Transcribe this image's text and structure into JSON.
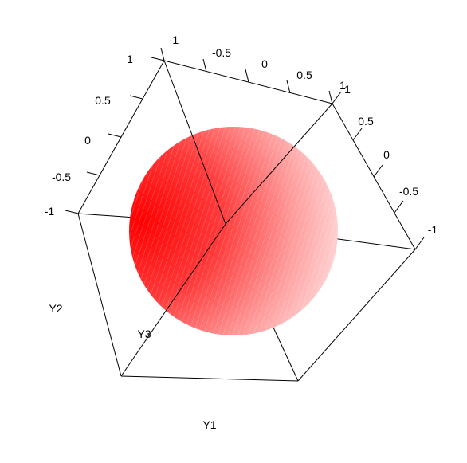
{
  "chart_data": {
    "type": "3d-surface",
    "title": "",
    "axes": [
      {
        "name": "Y1",
        "range": [
          -1,
          1
        ],
        "ticks": [
          "-1",
          "-0.5",
          "0",
          "0.5",
          "1"
        ]
      },
      {
        "name": "Y2",
        "range": [
          -1,
          1
        ],
        "ticks": [
          "-1",
          "-0.5",
          "0",
          "0.5",
          "1"
        ]
      },
      {
        "name": "Y3",
        "range": [
          -1,
          1
        ],
        "ticks": [
          "-1",
          "-0.5",
          "0",
          "0.5",
          "1"
        ]
      }
    ],
    "surface": {
      "shape": "sphere",
      "center": [
        0,
        0,
        0
      ],
      "radius": 1,
      "color": "#ff0000"
    },
    "box": true,
    "grid": false,
    "legend": "none"
  }
}
